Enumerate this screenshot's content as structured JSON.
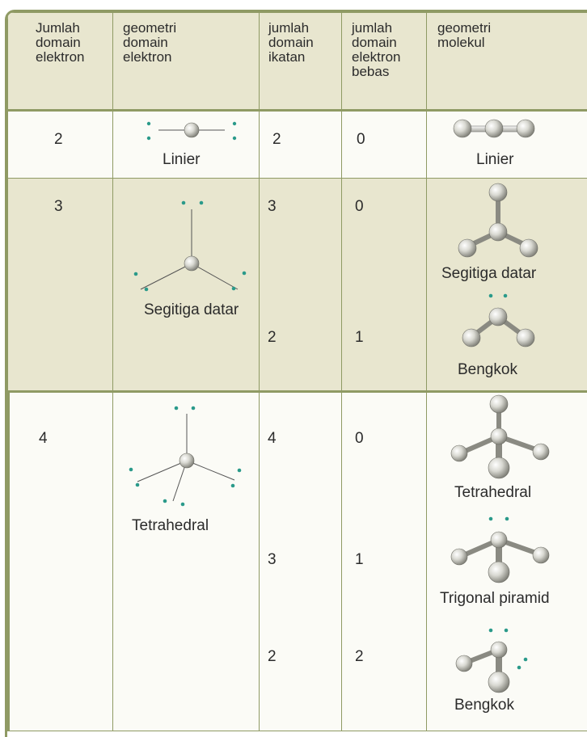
{
  "headers": [
    "Jumlah\ndomain\nelektron",
    "geometri\ndomain\nelektron",
    "jumlah\ndomain\nikatan",
    "jumlah\ndomain\nelektron\nbebas",
    "geometri\nmolekul"
  ],
  "rows": [
    {
      "domain_elektron": "2",
      "geometri_domain": "Linier",
      "sub": [
        {
          "ikatan": "2",
          "bebas": "0",
          "molekul": "Linier"
        }
      ]
    },
    {
      "domain_elektron": "3",
      "geometri_domain": "Segitiga datar",
      "sub": [
        {
          "ikatan": "3",
          "bebas": "0",
          "molekul": "Segitiga datar"
        },
        {
          "ikatan": "2",
          "bebas": "1",
          "molekul": "Bengkok"
        }
      ]
    },
    {
      "domain_elektron": "4",
      "geometri_domain": "Tetrahedral",
      "sub": [
        {
          "ikatan": "4",
          "bebas": "0",
          "molekul": "Tetrahedral"
        },
        {
          "ikatan": "3",
          "bebas": "1",
          "molekul": "Trigonal piramid"
        },
        {
          "ikatan": "2",
          "bebas": "2",
          "molekul": "Bengkok"
        }
      ]
    }
  ],
  "colors": {
    "border": "#8f9a64",
    "header_bg": "#e8e6cf",
    "row_light": "#fbfbf6",
    "row_shaded": "#e8e6cf",
    "lone_pair_dot": "#2a9a8a"
  },
  "icons": [
    "atom-ball-icon",
    "lone-pair-icon",
    "bond-stick-icon"
  ]
}
